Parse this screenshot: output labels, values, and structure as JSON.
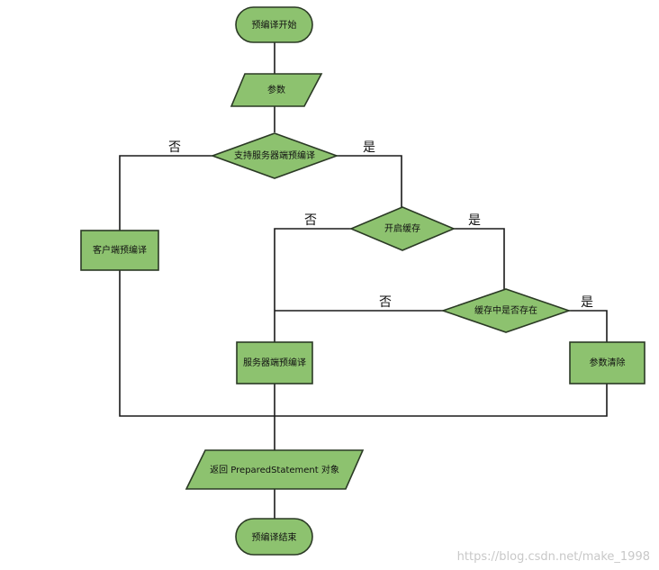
{
  "nodes": {
    "start": "预编译开始",
    "params": "参数",
    "support_server_prepare": "支持服务器端预编译",
    "client_prepare": "客户端预编译",
    "enable_cache": "开启缓存",
    "in_cache": "缓存中是否存在",
    "server_prepare": "服务器端预编译",
    "param_clear": "参数清除",
    "return_statement": "返回 PreparedStatement 对象",
    "end": "预编译结束"
  },
  "edges": {
    "support_no": "否",
    "support_yes": "是",
    "cache_no": "否",
    "cache_yes": "是",
    "exists_no": "否",
    "exists_yes": "是"
  },
  "watermark": "https://blog.csdn.net/make_1998",
  "colors": {
    "node_fill": "#8dc26f",
    "node_stroke": "#2b3a25",
    "line": "#1a1a1a"
  }
}
